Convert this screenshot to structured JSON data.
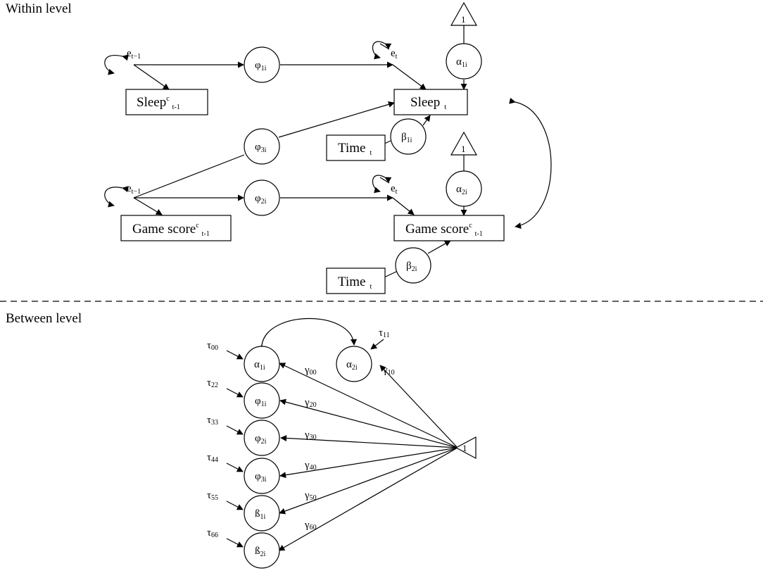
{
  "sections": {
    "within": "Within level",
    "between": "Between level"
  },
  "within": {
    "boxes": {
      "sleep_prev": "Sleep",
      "sleep_prev_sup": "c",
      "sleep_prev_sub": "t-1",
      "sleep_t": "Sleep",
      "sleep_t_sub": "t",
      "time_1": "Time",
      "time_1_sub": "t",
      "game_prev": "Game score",
      "game_prev_sup": "c",
      "game_prev_sub": "t-1",
      "game_t": "Game score",
      "game_t_sup": "c",
      "game_t_sub": "t-1",
      "time_2": "Time",
      "time_2_sub": "t"
    },
    "residuals": {
      "base": "e",
      "lag_sub": "t−1",
      "cur_sub": "t"
    },
    "triangles": {
      "one_a": "1",
      "one_b": "1"
    },
    "circles": {
      "phi1": "φ",
      "phi1_sub": "1i",
      "phi2": "φ",
      "phi2_sub": "2i",
      "phi3": "φ",
      "phi3_sub": "3i",
      "alpha1": "α",
      "alpha1_sub": "1i",
      "alpha2": "α",
      "alpha2_sub": "2i",
      "beta1": "β",
      "beta1_sub": "1i",
      "beta2": "β",
      "beta2_sub": "2i"
    }
  },
  "between": {
    "triangle": "1",
    "circles": {
      "alpha1": "α",
      "alpha1_sub": "1i",
      "alpha2": "α",
      "alpha2_sub": "2i",
      "phi1": "φ",
      "phi1_sub": "1i",
      "phi2": "φ",
      "phi2_sub": "2i",
      "phi3": "φ",
      "phi3_sub": "3i",
      "beta1": "ß",
      "beta1_sub": "1i",
      "beta2": "ß",
      "beta2_sub": "2i"
    },
    "tau": {
      "base": "τ",
      "t00": "00",
      "t11": "11",
      "t22": "22",
      "t33": "33",
      "t44": "44",
      "t55": "55",
      "t66": "66"
    },
    "gamma": {
      "base": "γ",
      "g00": "00",
      "g10": "10",
      "g20": "20",
      "g30": "30",
      "g40": "40",
      "g50": "50",
      "g60": "60"
    }
  }
}
